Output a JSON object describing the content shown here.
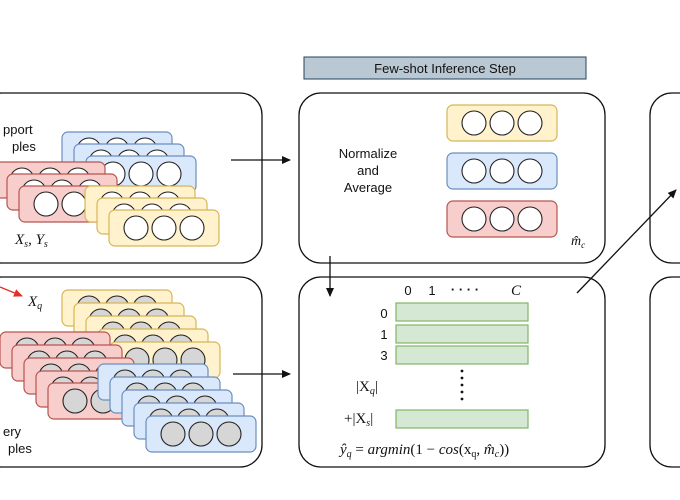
{
  "colors": {
    "yellow_fill": "#fff2cc",
    "yellow_stroke": "#d6b656",
    "blue_fill": "#dae8fc",
    "blue_stroke": "#6c8ebf",
    "red_fill": "#f8cecc",
    "red_stroke": "#b85450",
    "green_fill": "#d5e8d4",
    "green_stroke": "#82b366",
    "header_fill": "#bac8d3",
    "header_stroke": "#23445d",
    "query_arrow": "#e0312b"
  },
  "header": {
    "title": "Few-shot Inference Step"
  },
  "support_panel": {
    "label_line1": "pport",
    "label_line2": "ples",
    "set_label": "X",
    "set_sub": "s",
    "set_label2": "Y",
    "set_sub2": "s"
  },
  "query_panel": {
    "input_label": "X",
    "input_sub": "q",
    "label_line1": "ery",
    "label_line2": "ples"
  },
  "average_panel": {
    "text_line1": "Normalize",
    "text_line2": "and",
    "text_line3": "Average",
    "prototype_label": "m̂",
    "prototype_sub": "c"
  },
  "similarity_panel": {
    "column_labels": [
      "0",
      "1",
      "· · · ·",
      "C"
    ],
    "row_labels": [
      "0",
      "1",
      "3"
    ],
    "gap_label": "|X",
    "gap_sub": "q",
    "gap_tail": "|",
    "last_row_label": "+|X",
    "last_row_sub": "s",
    "last_row_tail": "|",
    "formula_lhs": "ŷ",
    "formula_lhs_sub": "q",
    "formula_eq": " = ",
    "formula_fn": "argmin",
    "formula_open": "(1 − ",
    "formula_cos": "cos",
    "formula_args": "(x",
    "formula_args_sub": "q",
    "formula_args2": ", ",
    "formula_m": "m̂",
    "formula_m_sub": "c",
    "formula_close": "))"
  }
}
